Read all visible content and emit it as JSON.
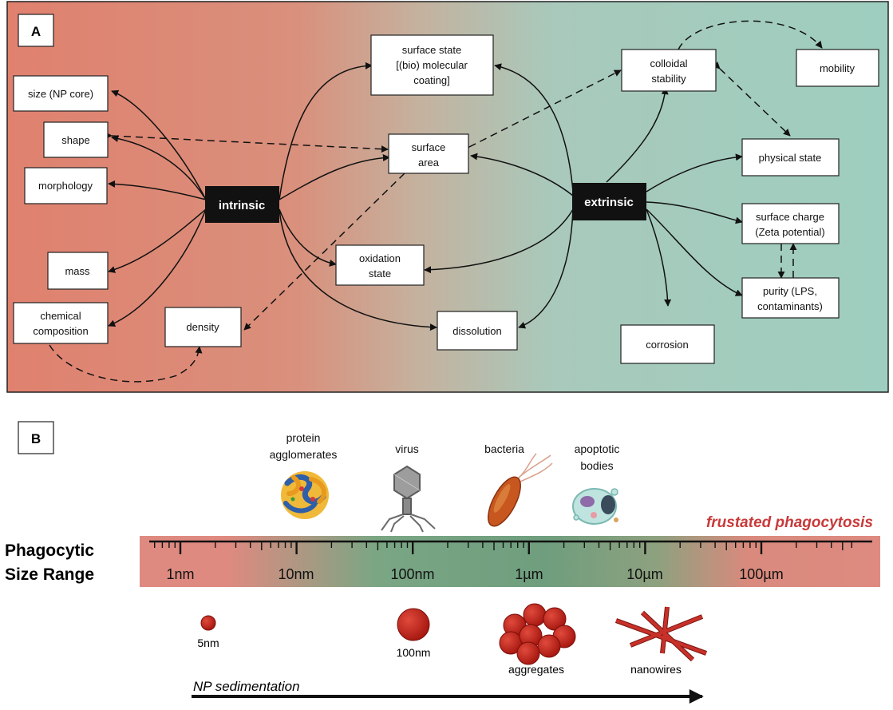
{
  "panel_a": {
    "label": "A",
    "colors": {
      "left": "#e0816f",
      "middle": "#c4b29f",
      "right": "#9ecebf",
      "hub": "#111111"
    },
    "hubs": {
      "intrinsic": "intrinsic",
      "extrinsic": "extrinsic"
    },
    "nodes": {
      "size": "size (NP core)",
      "shape": "shape",
      "morphology": "morphology",
      "mass": "mass",
      "chemical_composition": [
        "chemical",
        "composition"
      ],
      "density": "density",
      "surface_state": [
        "surface state",
        "[(bio) molecular",
        "coating]"
      ],
      "surface_area": [
        "surface",
        "area"
      ],
      "oxidation_state": [
        "oxidation",
        "state"
      ],
      "dissolution": "dissolution",
      "colloidal_stability": [
        "colloidal",
        "stability"
      ],
      "mobility": "mobility",
      "physical_state": "physical state",
      "surface_charge": [
        "surface charge",
        "(Zeta potential)"
      ],
      "purity": [
        "purity (LPS,",
        "contaminants)"
      ],
      "corrosion": "corrosion"
    }
  },
  "panel_b": {
    "label": "B",
    "axis_title": [
      "Phagocytic",
      "Size Range"
    ],
    "scale_labels": [
      "1nm",
      "10nm",
      "100nm",
      "1µm",
      "10µm",
      "100µm"
    ],
    "frustrated_label": "frustated phagocytosis",
    "entities": [
      {
        "label": [
          "protein",
          "agglomerates"
        ],
        "icon": "protein-agglomerate-icon"
      },
      {
        "label": [
          "virus"
        ],
        "icon": "virus-icon"
      },
      {
        "label": [
          "bacteria"
        ],
        "icon": "bacterium-icon"
      },
      {
        "label": [
          "apoptotic",
          "bodies"
        ],
        "icon": "apoptotic-body-icon"
      }
    ],
    "particles": {
      "small": "5nm",
      "medium": "100nm",
      "aggregates": "aggregates",
      "nanowires": "nanowires"
    },
    "sedimentation_label": "NP sedimentation",
    "colors": {
      "bar_pink": "#de8a80",
      "bar_green": "#6f9e7e",
      "frustrated": "#c83a3a",
      "particle": "#c0261d"
    }
  }
}
